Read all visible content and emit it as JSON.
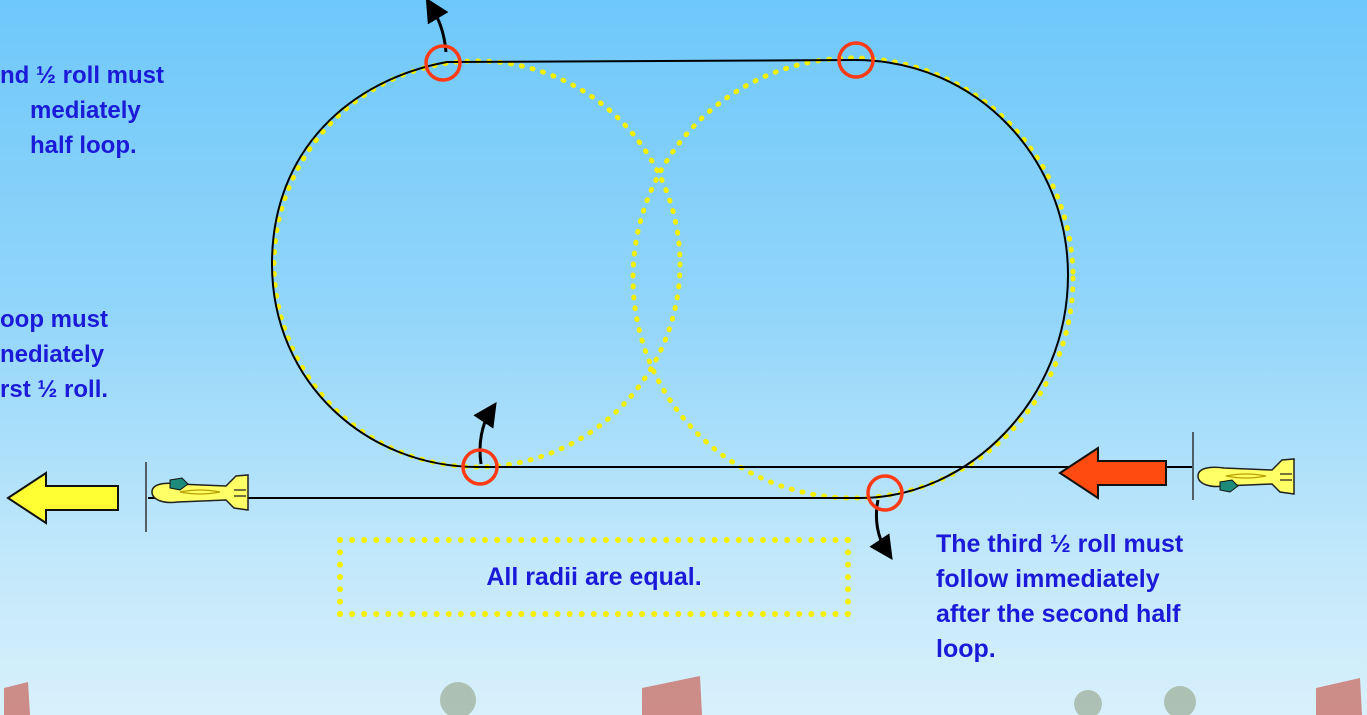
{
  "notes": {
    "left_top": [
      "nd ½ roll must",
      "mediately",
      "half loop."
    ],
    "left_mid": [
      "oop must",
      "nediately",
      "rst ½ roll."
    ],
    "right": [
      "The third ½ roll must",
      "follow immediately",
      "after the second half",
      "loop."
    ]
  },
  "radii_note": "All radii are equal.",
  "colors": {
    "text": "#1a1ad8",
    "path": "#000000",
    "guide": "#f4f000",
    "marker": "#ff3a14",
    "entry_arrow": "#ff4a10",
    "exit_arrow": "#ffff33",
    "plane_body": "#ffff66",
    "canopy": "#1e8a7a"
  },
  "icons": [
    "entry-arrow-icon",
    "exit-arrow-icon",
    "airplane-icon",
    "roll-direction-icon",
    "roll-marker-icon"
  ]
}
